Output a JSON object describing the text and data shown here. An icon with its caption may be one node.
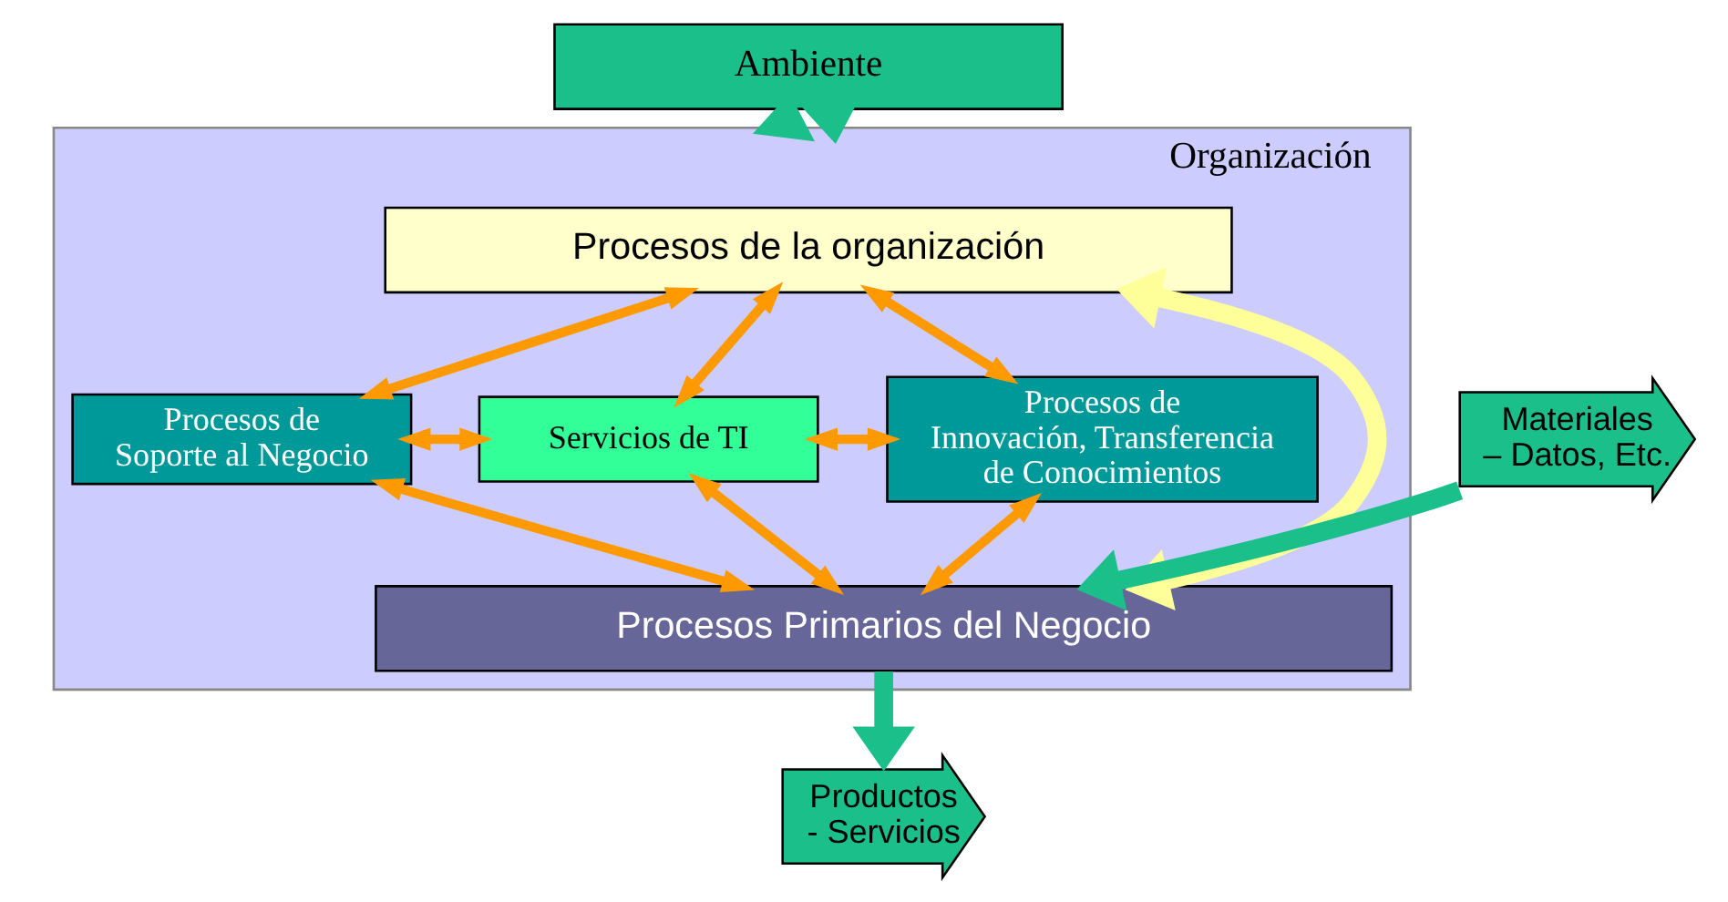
{
  "diagram": {
    "nodes": [
      {
        "text": [
          "Ambiente"
        ]
      },
      {
        "text": [
          "Organización"
        ]
      },
      {
        "text": [
          "Procesos de la organización"
        ],
        "in": 1
      },
      {
        "text": [
          "Procesos de Soporte al Negocio"
        ],
        "in": 1
      },
      {
        "text": [
          "Servicios de TI"
        ],
        "in": 1
      },
      {
        "text": [
          "Procesos de Innovación, Transferencia de Conocimientos"
        ],
        "in": 1
      },
      {
        "text": [
          "Procesos Primarios del Negocio"
        ],
        "in": 1
      },
      {
        "text": [
          "Materiales – Datos, Etc."
        ]
      },
      {
        "text": [
          "Productos - Servicios"
        ]
      }
    ],
    "edges": [
      {
        "from": 0,
        "to": 1,
        "arrow": "to",
        "style": "thick",
        "color": "#1abf8a"
      },
      {
        "from": 1,
        "to": 0,
        "arrow": "to",
        "style": "thick",
        "color": "#1abf8a"
      },
      {
        "from": 2,
        "to": 3,
        "arrow": "both"
      },
      {
        "from": 2,
        "to": 4,
        "arrow": "both"
      },
      {
        "from": 2,
        "to": 5,
        "arrow": "both"
      },
      {
        "from": 3,
        "to": 4,
        "arrow": "both"
      },
      {
        "from": 4,
        "to": 5,
        "arrow": "both"
      },
      {
        "from": 3,
        "to": 6,
        "arrow": "both"
      },
      {
        "from": 4,
        "to": 6,
        "arrow": "both"
      },
      {
        "from": 5,
        "to": 6,
        "arrow": "both"
      },
      {
        "from": 2,
        "to": 6,
        "arrow": "both",
        "style": "thick",
        "color": "#ffff99"
      },
      {
        "from": 7,
        "to": 6,
        "arrow": "to",
        "style": "thick",
        "color": "#1abf8a"
      },
      {
        "from": 6,
        "to": 8,
        "arrow": "to",
        "style": "thick",
        "color": "#1abf8a"
      }
    ]
  }
}
